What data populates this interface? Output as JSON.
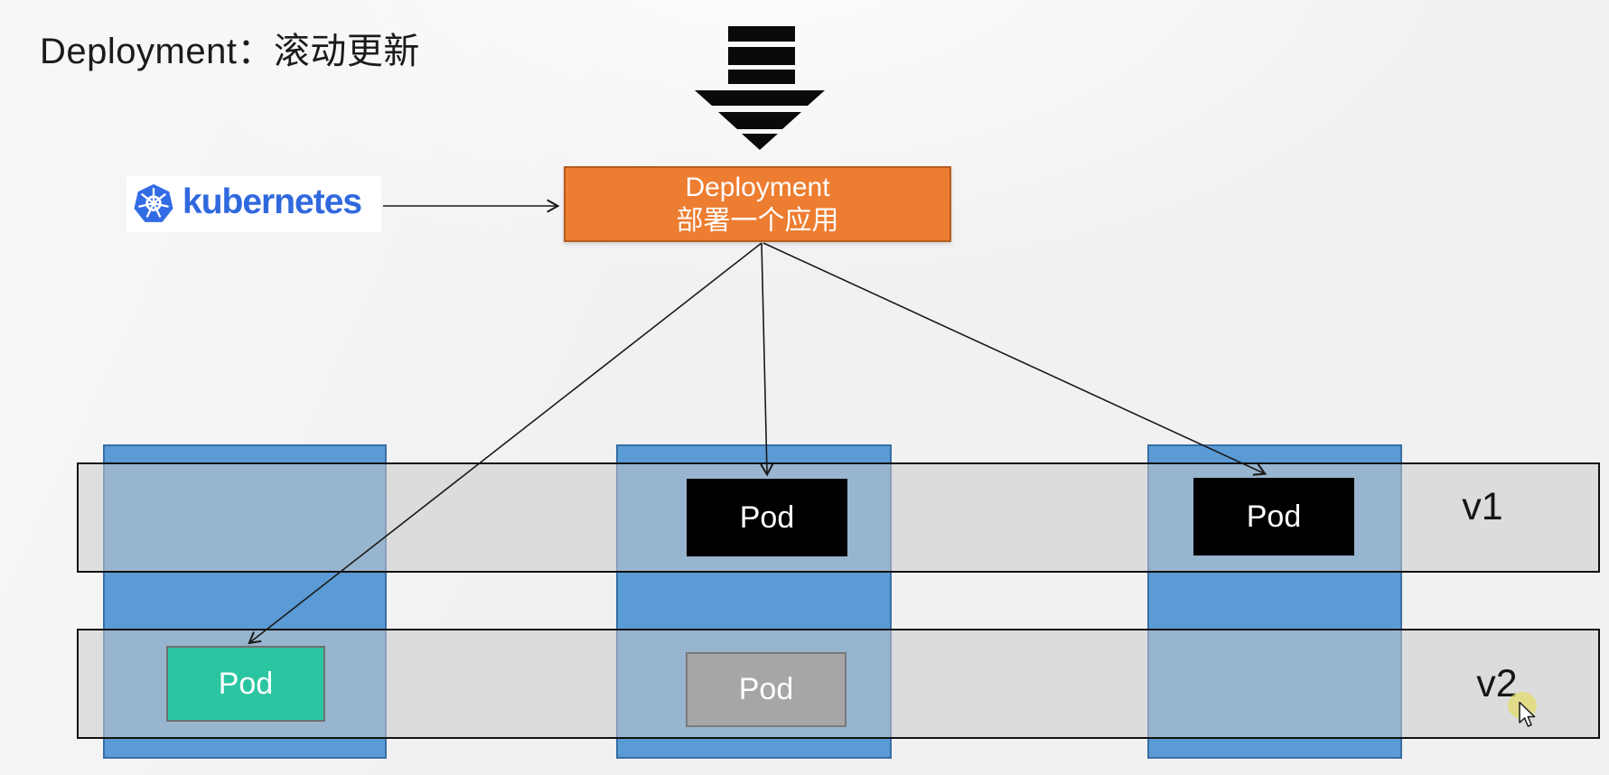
{
  "page": {
    "title": "Deployment：滚动更新"
  },
  "kubernetes_badge": {
    "label": "kubernetes",
    "brand_color": "#3069de"
  },
  "deployment_box": {
    "title": "Deployment",
    "subtitle": "部署一个应用",
    "fill": "#ED7D31"
  },
  "versions": [
    {
      "label": "v1"
    },
    {
      "label": "v2"
    }
  ],
  "pods": {
    "v1_middle": {
      "label": "Pod",
      "fill": "#000000"
    },
    "v1_right": {
      "label": "Pod",
      "fill": "#000000"
    },
    "v2_left": {
      "label": "Pod",
      "fill": "#2BC5A2"
    },
    "v2_middle": {
      "label": "Pod",
      "fill": "#A6A6A6"
    }
  },
  "icons": {
    "deploy_arrow": "striped-down-arrow-icon",
    "k8s_wheel": "kubernetes-wheel-icon",
    "cursor": "mouse-pointer-icon"
  },
  "colors": {
    "node_blue": "#5B9BD5",
    "node_border": "#3A6EA5",
    "band_fill": "rgba(203,203,203,0.55)",
    "band_border": "#101010",
    "background": "#F1F1F2"
  }
}
